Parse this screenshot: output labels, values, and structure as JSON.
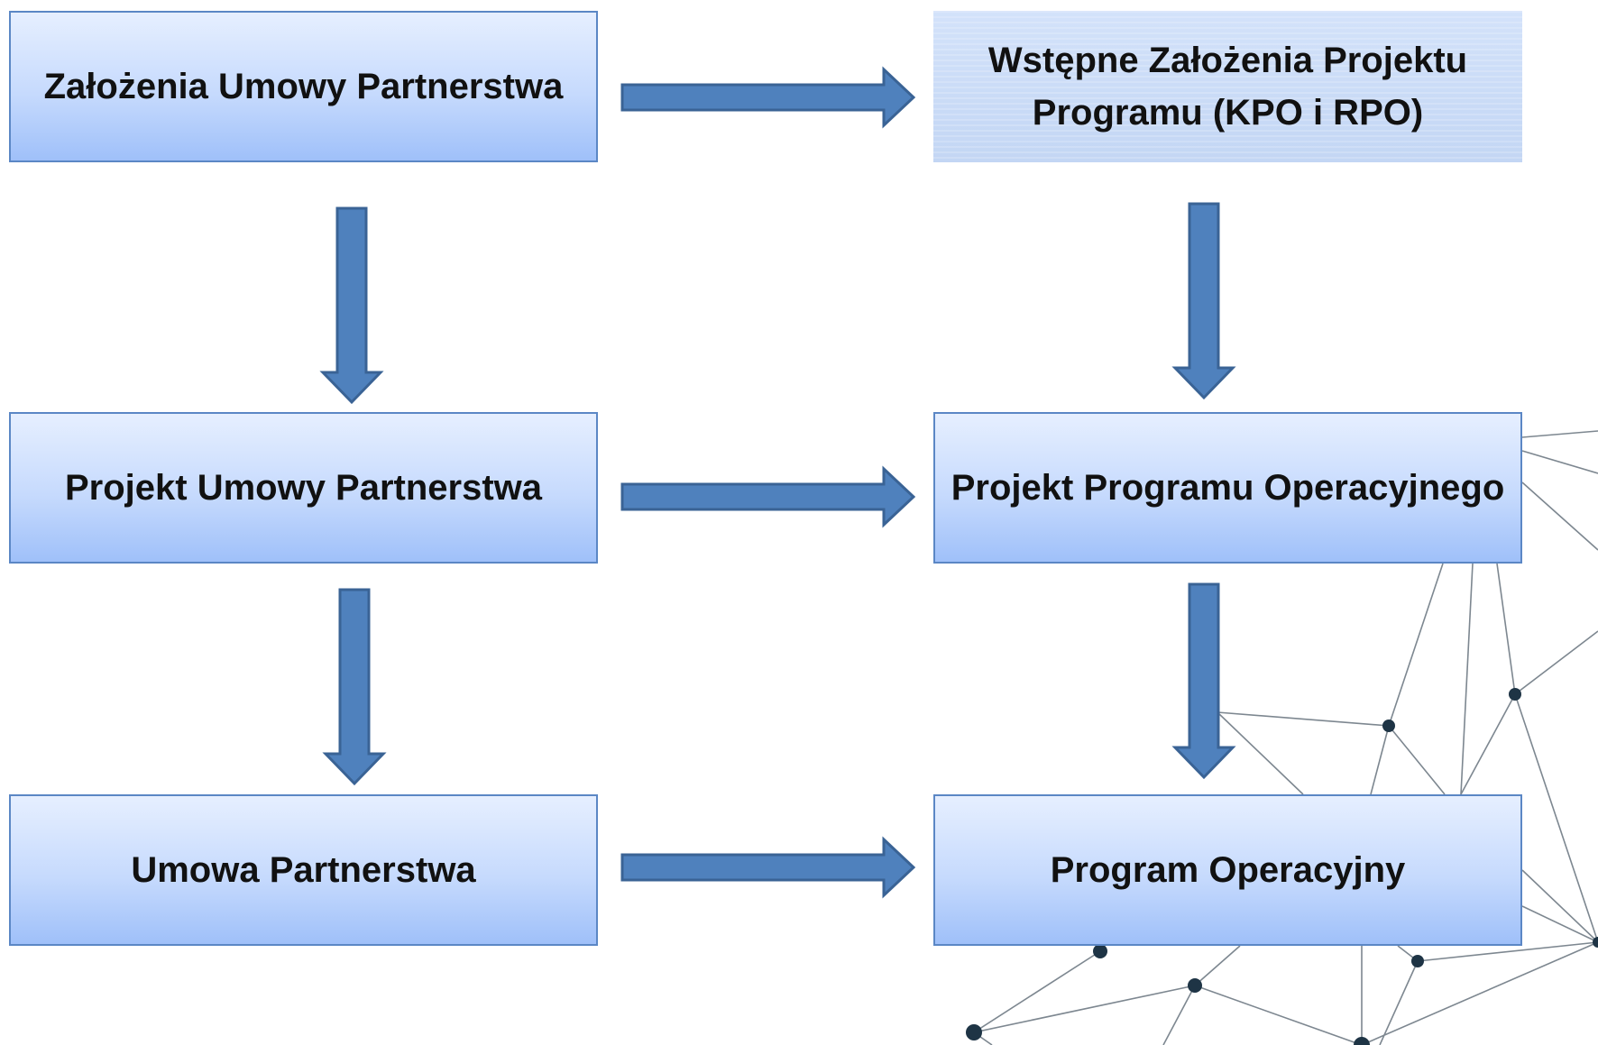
{
  "diagram": {
    "nodes": {
      "zalozenia_umowy": "Założenia Umowy Partnerstwa",
      "wstepne_zalozenia": "Wstępne Założenia Projektu Programu (KPO i RPO)",
      "projekt_umowy": "Projekt Umowy Partnerstwa",
      "projekt_programu": "Projekt Programu Operacyjnego",
      "umowa": "Umowa Partnerstwa",
      "program": "Program Operacyjny"
    },
    "edges": [
      {
        "from": "zalozenia_umowy",
        "to": "wstepne_zalozenia"
      },
      {
        "from": "zalozenia_umowy",
        "to": "projekt_umowy"
      },
      {
        "from": "wstepne_zalozenia",
        "to": "projekt_programu"
      },
      {
        "from": "projekt_umowy",
        "to": "projekt_programu"
      },
      {
        "from": "projekt_umowy",
        "to": "umowa"
      },
      {
        "from": "projekt_programu",
        "to": "program"
      },
      {
        "from": "umowa",
        "to": "program"
      }
    ],
    "colors": {
      "box_border": "#5b87c5",
      "box_fill_top": "#e6efff",
      "box_fill_bottom": "#9fc0f9",
      "arrow_fill": "#4f81bd",
      "network_lines": "#7d8790",
      "network_nodes": "#1e3445"
    }
  }
}
